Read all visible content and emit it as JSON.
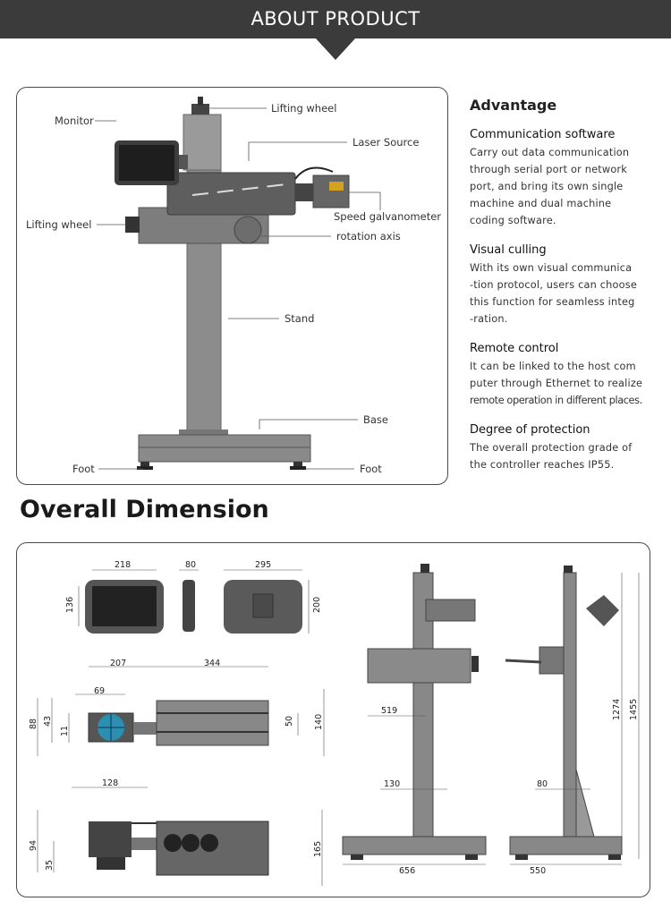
{
  "header": {
    "title": "ABOUT PRODUCT"
  },
  "machine_labels": {
    "monitor": "Monitor",
    "lifting_wheel_top": "Lifting wheel",
    "laser_source": "Laser  Source",
    "speed_galvanometer": "Speed galvanometer",
    "lifting_wheel_left": "Lifting wheel",
    "rotation_axis": "rotation axis",
    "stand": "Stand",
    "base": "Base",
    "foot_left": "Foot",
    "foot_right": "Foot"
  },
  "advantage": {
    "title": "Advantage",
    "items": [
      {
        "title": "Communication software",
        "lines": [
          "Carry out data communication",
          "through serial port or network",
          "port, and bring its own single",
          "machine and dual machine",
          "coding software."
        ]
      },
      {
        "title": "Visual culling",
        "lines": [
          "With its own visual communica",
          "-tion protocol, users can choose",
          "this function for seamless integ",
          "-ration."
        ]
      },
      {
        "title": "Remote control",
        "lines": [
          "It can be linked to the host com",
          "puter through Ethernet to realize",
          "remote operation in different places."
        ]
      },
      {
        "title": "Degree of protection",
        "lines": [
          "The overall protection grade of",
          "the controller reaches IP55."
        ]
      }
    ]
  },
  "dimension": {
    "title": "Overall Dimension",
    "monitor": {
      "front_width": "218",
      "front_height": "136",
      "side_depth": "80",
      "back_width": "295",
      "back_height": "200"
    },
    "laser_top": {
      "head_len": "207",
      "body_len": "344",
      "lens": "69",
      "h88": "88",
      "h43": "43",
      "h11": "11",
      "h50": "50",
      "h140": "140"
    },
    "laser_side": {
      "head": "128",
      "h94": "94",
      "h35": "35",
      "h165": "165"
    },
    "stand_front": {
      "arm": "519",
      "column": "130",
      "base": "656"
    },
    "stand_side": {
      "column": "80",
      "h1274": "1274",
      "h1455": "1455",
      "base": "550"
    }
  }
}
